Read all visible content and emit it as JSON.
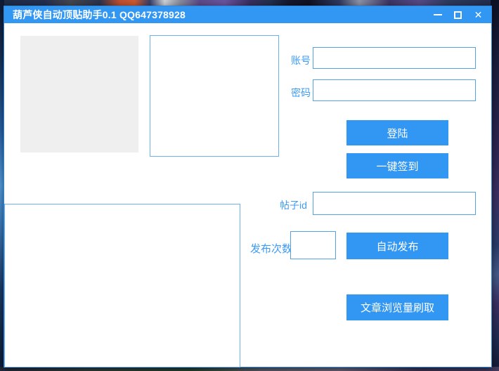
{
  "window": {
    "title": "葫芦侠自动顶贴助手0.1 QQ647378928",
    "controls": {
      "minimize": "minimize",
      "maximize": "maximize",
      "close": "✕"
    }
  },
  "form": {
    "account": {
      "label": "账号",
      "value": ""
    },
    "password": {
      "label": "密码",
      "value": ""
    },
    "post_id": {
      "label": "帖子id",
      "value": ""
    },
    "publish_count": {
      "label": "发布次数",
      "value": ""
    },
    "login_button": "登陆",
    "sign_in_button": "一键签到",
    "auto_publish_button": "自动发布",
    "views_boost_button": "文章浏览量刷取"
  },
  "colors": {
    "titlebar": "#3296f3",
    "primary_button": "#3296f3",
    "input_border": "#55a1e8",
    "panel_border": "#6cb0f0",
    "label_text": "#3e9bf4",
    "gray_panel": "#efefef"
  }
}
